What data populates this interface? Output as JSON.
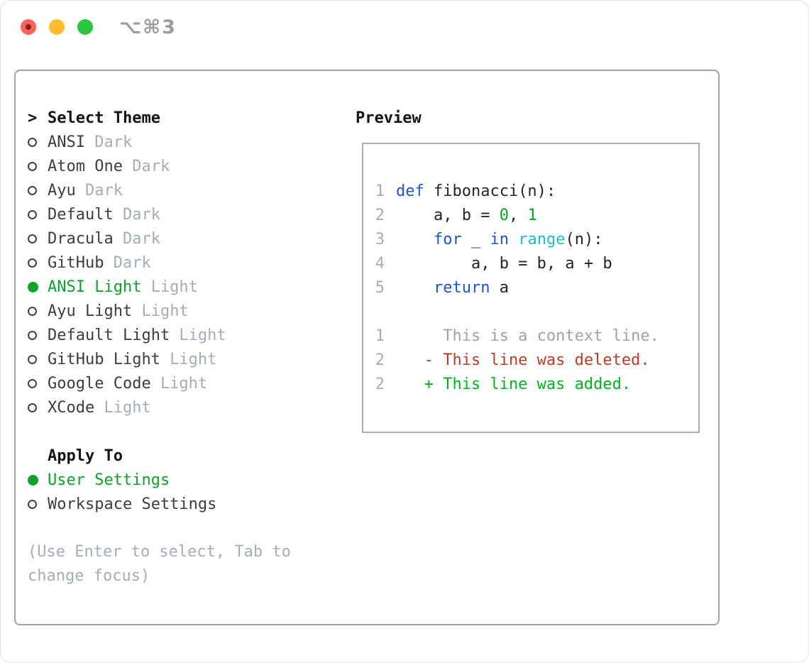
{
  "window": {
    "title": "⌥⌘3",
    "controls": {
      "close": "close",
      "minimize": "minimize",
      "zoom": "zoom"
    }
  },
  "colors": {
    "selection_green": "#0ca32b",
    "added_green": "#00b41e",
    "deleted_red": "#c23a26",
    "keyword_blue": "#1b55d3",
    "builtin_cyan": "#18bfca",
    "muted_gray": "#a4adb9",
    "panel_border": "#9aa3b0"
  },
  "theme_panel": {
    "prompt": ">",
    "header": "Select Theme",
    "items": [
      {
        "name": "ANSI",
        "tag": "Dark",
        "selected": false
      },
      {
        "name": "Atom One",
        "tag": "Dark",
        "selected": false
      },
      {
        "name": "Ayu",
        "tag": "Dark",
        "selected": false
      },
      {
        "name": "Default",
        "tag": "Dark",
        "selected": false
      },
      {
        "name": "Dracula",
        "tag": "Dark",
        "selected": false
      },
      {
        "name": "GitHub",
        "tag": "Dark",
        "selected": false
      },
      {
        "name": "ANSI Light",
        "tag": "Light",
        "selected": true
      },
      {
        "name": "Ayu Light",
        "tag": "Light",
        "selected": false
      },
      {
        "name": "Default Light",
        "tag": "Light",
        "selected": false
      },
      {
        "name": "GitHub Light",
        "tag": "Light",
        "selected": false
      },
      {
        "name": "Google Code",
        "tag": "Light",
        "selected": false
      },
      {
        "name": "XCode",
        "tag": "Light",
        "selected": false
      }
    ],
    "apply_to": {
      "header": "Apply To",
      "options": [
        {
          "label": "User Settings",
          "selected": true
        },
        {
          "label": "Workspace Settings",
          "selected": false
        }
      ]
    },
    "hint": "(Use Enter to select, Tab to change focus)"
  },
  "preview": {
    "header": "Preview",
    "code_lines": [
      {
        "num": "1",
        "segments": [
          [
            "def ",
            "keyword"
          ],
          [
            "fibonacci(n):",
            "plain"
          ]
        ]
      },
      {
        "num": "2",
        "segments": [
          [
            "    a, b = ",
            "plain"
          ],
          [
            "0",
            "number"
          ],
          [
            ", ",
            "plain"
          ],
          [
            "1",
            "number"
          ]
        ]
      },
      {
        "num": "3",
        "segments": [
          [
            "    ",
            "plain"
          ],
          [
            "for",
            "keyword"
          ],
          [
            " _ ",
            "plain"
          ],
          [
            "in",
            "keyword"
          ],
          [
            " ",
            "plain"
          ],
          [
            "range",
            "builtin"
          ],
          [
            "(n):",
            "plain"
          ]
        ]
      },
      {
        "num": "4",
        "segments": [
          [
            "        a, b = b, a + b",
            "plain"
          ]
        ]
      },
      {
        "num": "5",
        "segments": [
          [
            "    ",
            "plain"
          ],
          [
            "return",
            "keyword"
          ],
          [
            " a",
            "plain"
          ]
        ]
      }
    ],
    "diff_lines": [
      {
        "num": "1",
        "segments": [
          [
            "     This is a context line.",
            "context"
          ]
        ]
      },
      {
        "num": "2",
        "segments": [
          [
            "   - This line was deleted.",
            "deleted"
          ]
        ]
      },
      {
        "num": "2",
        "segments": [
          [
            "   + This line was added.",
            "added"
          ]
        ]
      }
    ]
  }
}
